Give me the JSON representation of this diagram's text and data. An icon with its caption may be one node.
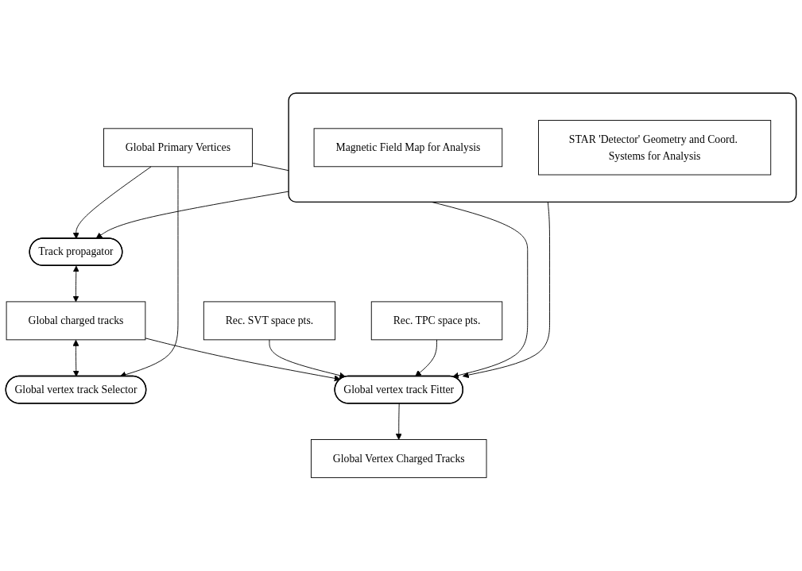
{
  "diagram": {
    "nodes": [
      {
        "text": [
          "Track propagator"
        ]
      },
      {
        "text": [],
        "shape": "box"
      },
      {
        "text": [
          "Magnetic Field Map for Analysis"
        ],
        "in": 1
      },
      {
        "text": [
          "STAR 'Detector' Geometry and Coord. Systems for Analysis"
        ],
        "in": 1
      },
      {
        "text": [
          "Global charged tracks"
        ]
      },
      {
        "text": [
          "Global Primary Vertices"
        ]
      },
      {
        "text": [
          "Global vertex track Selector"
        ]
      },
      {
        "text": [
          "Rec. SVT space pts."
        ]
      },
      {
        "text": [
          "Global vertex track Fitter"
        ]
      },
      {
        "text": [
          "Rec. TPC space pts."
        ]
      },
      {
        "text": [
          "Global Vertex Charged Tracks"
        ]
      }
    ],
    "edges": [
      {
        "from": 1,
        "to": 0,
        "arrow": "to"
      },
      {
        "from": 5,
        "to": 0,
        "arrow": "to"
      },
      {
        "from": 0,
        "to": 4,
        "arrow": "both"
      },
      {
        "from": 4,
        "to": 6,
        "arrow": "both"
      },
      {
        "from": 5,
        "to": 6,
        "arrow": "to"
      },
      {
        "from": 4,
        "to": 8,
        "arrow": "to"
      },
      {
        "from": 1,
        "to": 8,
        "arrow": "to"
      },
      {
        "from": 7,
        "to": 8,
        "arrow": "to"
      },
      {
        "from": 9,
        "to": 8,
        "arrow": "to"
      },
      {
        "from": 5,
        "to": 8,
        "arrow": "to"
      },
      {
        "from": 8,
        "to": 10,
        "arrow": "to"
      }
    ]
  }
}
